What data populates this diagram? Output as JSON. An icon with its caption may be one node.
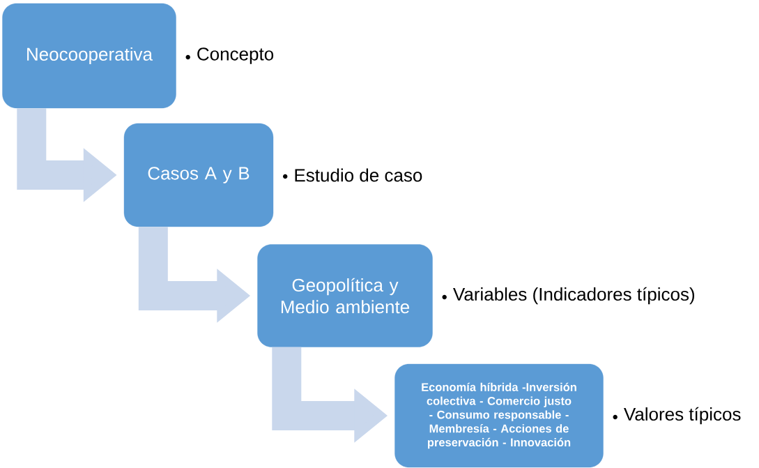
{
  "diagram": {
    "nodes": [
      {
        "text": [
          "Neocooperativa"
        ],
        "beside": [
          "Concepto"
        ]
      },
      {
        "text": [
          "Casos A y B"
        ],
        "beside": [
          "Estudio de caso"
        ]
      },
      {
        "text": [
          "Geopolítica y Medio ambiente"
        ],
        "beside": [
          "Variables (Indicadores típicos)"
        ]
      },
      {
        "text": [
          "Economía híbrida -Inversión colectiva - Comercio justo - Consumo responsable - Membresía - Acciones de preservación - Innovación"
        ],
        "beside": [
          "Valores típicos"
        ]
      }
    ],
    "edges": [
      {
        "from": 0,
        "to": 1,
        "arrow": "to"
      },
      {
        "from": 1,
        "to": 2,
        "arrow": "to"
      },
      {
        "from": 2,
        "to": 3,
        "arrow": "to"
      }
    ]
  }
}
